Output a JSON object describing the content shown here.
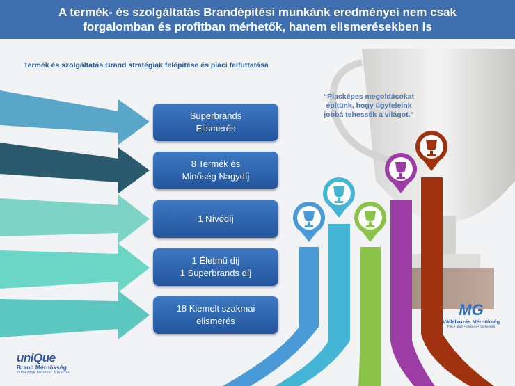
{
  "header": {
    "line1": "A termék- és szolgáltatás Brandépítési munkánk eredményei nem csak",
    "line2": "forgalomban és profitban mérhetők, hanem elismerésekben is"
  },
  "subtitle": "Termék és szolgáltatás Brand stratégiák felépítése és piaci felfuttatása",
  "quote": {
    "line1": "“Piacképes megoldásokat",
    "line2": "építünk, hogy ügyfeleink",
    "line3": "jobbá tehessék a világot.“"
  },
  "awards": [
    {
      "line1": "Superbrands",
      "line2": "Elismerés"
    },
    {
      "line1": "8 Termék és",
      "line2": "Minőség Nagydíj"
    },
    {
      "line1": "1 Nívódíj",
      "line2": ""
    },
    {
      "line1": "1 Életmű díj",
      "line2": "1 Superbrands díj"
    },
    {
      "line1": "18 Kiemelt szakmai",
      "line2": "elismerés"
    }
  ],
  "logos": {
    "unique": {
      "word": "uniQue",
      "sub": "Brand Mérnökség",
      "tag": "szerezzük hírnevet a piacon"
    },
    "mg": {
      "word": "MG",
      "sub": "Vállalkozás Mérnökség",
      "tag": "Piac • profit • verseny • növekedés"
    }
  },
  "colors": {
    "header": "#3f6fae",
    "box": "#2d63aa",
    "arrow1": "#5aa6c9",
    "arrow2": "#2b5a6e",
    "arrow3": "#7dd3c6",
    "arrow4": "#6bd6c6",
    "arrow5": "#5cc7c1",
    "bar_blue": "#4a9ad8",
    "bar_cyan": "#45b5d6",
    "bar_green": "#8bc34a",
    "bar_purple": "#9c3da5",
    "bar_brown": "#a1320f"
  },
  "icons": [
    "trophy-icon"
  ]
}
